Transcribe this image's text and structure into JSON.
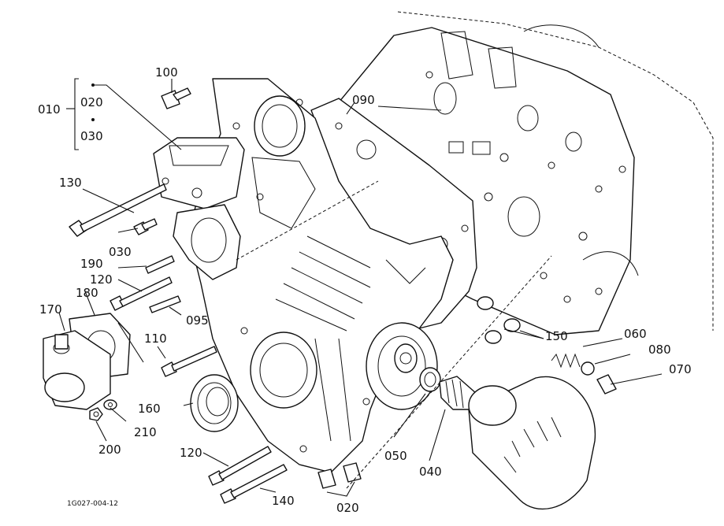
{
  "diagram": {
    "drawing_code": "1G027-004-12",
    "callouts": {
      "c010": "010",
      "c020_top": "020",
      "c030_top": "030",
      "c100": "100",
      "c090": "090",
      "c130": "130",
      "c030_bolt": "030",
      "c190": "190",
      "c120_a": "120",
      "c180": "180",
      "c170": "170",
      "c095": "095",
      "c110": "110",
      "c150": "150",
      "c060": "060",
      "c080": "080",
      "c070": "070",
      "c160": "160",
      "c210": "210",
      "c200": "200",
      "c120_b": "120",
      "c050": "050",
      "c040": "040",
      "c140": "140",
      "c020_bottom": "020"
    }
  }
}
